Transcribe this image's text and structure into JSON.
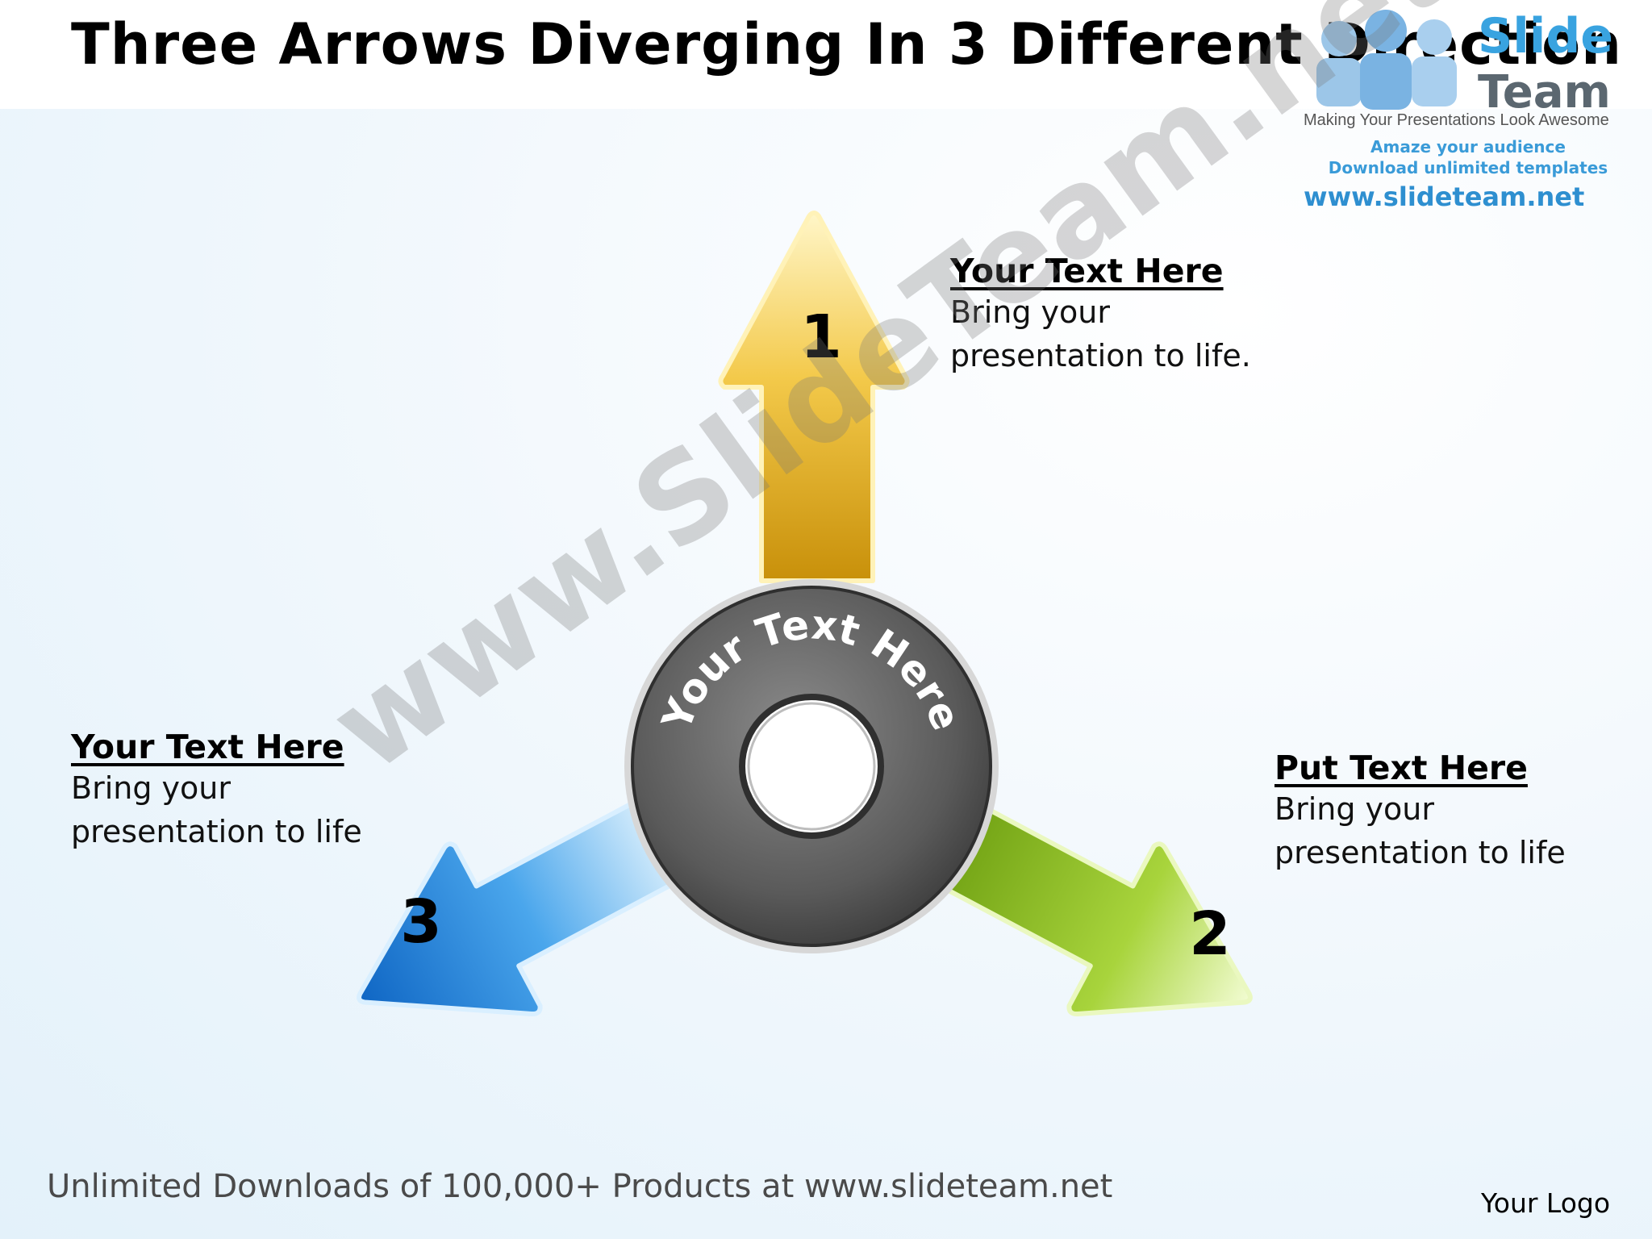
{
  "title": "Three Arrows Diverging In 3 Different Direction",
  "brand": {
    "name_part1": "Slide",
    "name_part2": "Team",
    "tagline": "Making Your Presentations Look Awesome",
    "promo_line1": "Amaze your audience",
    "promo_line2": "Download unlimited templates",
    "url": "www.slideteam.net"
  },
  "center": {
    "ring_text": "Your Text Here"
  },
  "arrows": [
    {
      "number": "1",
      "color": "#e8b21c",
      "heading": "Your Text Here",
      "body_line1": "Bring your",
      "body_line2": "presentation to life."
    },
    {
      "number": "2",
      "color": "#8cc21c",
      "heading": "Put Text Here",
      "body_line1": "Bring your",
      "body_line2": "presentation to life"
    },
    {
      "number": "3",
      "color": "#2f8fe0",
      "heading": "Your Text Here",
      "body_line1": "Bring your",
      "body_line2": "presentation to life"
    }
  ],
  "watermark": "www.SlideTeam.net",
  "footer": "Unlimited Downloads of 100,000+ Products at www.slideteam.net",
  "logo_placeholder": "Your Logo"
}
